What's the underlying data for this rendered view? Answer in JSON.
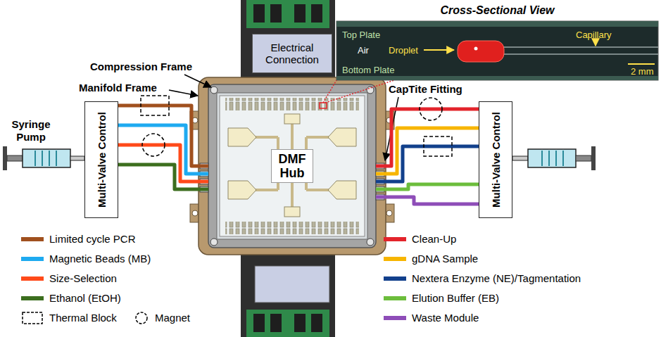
{
  "diagram": {
    "nodes": [
      {
        "text": [
          "Electrical Connection"
        ]
      },
      {
        "text": [
          "Cross-Sectional View",
          "Top Plate",
          "Air",
          "Droplet",
          "Capillary",
          "Bottom Plate",
          "2 mm"
        ]
      },
      {
        "text": [
          "Multi-Valve Control"
        ]
      },
      {
        "text": [
          "DMF Hub"
        ]
      },
      {
        "text": [
          "Multi-Valve Control"
        ]
      }
    ],
    "edges": [
      {
        "from": 2,
        "to": 3,
        "arrow": "none"
      },
      {
        "from": 2,
        "to": 3,
        "arrow": "none"
      },
      {
        "from": 2,
        "to": 3,
        "arrow": "none"
      },
      {
        "from": 2,
        "to": 3,
        "arrow": "none"
      },
      {
        "from": 4,
        "to": 3,
        "arrow": "none"
      },
      {
        "from": 4,
        "to": 3,
        "arrow": "none"
      },
      {
        "from": 4,
        "to": 3,
        "arrow": "none"
      },
      {
        "from": 4,
        "to": 3,
        "arrow": "none"
      },
      {
        "from": 4,
        "to": 3,
        "arrow": "none"
      }
    ],
    "labels": [
      "Compression Frame",
      "CapTite Fitting",
      "Manifold Frame",
      "Syringe Pump"
    ],
    "legend": [
      {
        "text": "Limited cycle PCR",
        "color": "#a0501e"
      },
      {
        "text": "Magnetic Beads (MB)",
        "color": "#1eaaf0"
      },
      {
        "text": "Size-Selection",
        "color": "#ff4a1a"
      },
      {
        "text": "Ethanol (EtOH)",
        "color": "#3c6e1e"
      },
      {
        "text": "Thermal Block"
      },
      {
        "text": "Magnet"
      },
      {
        "text": "Clean-Up",
        "color": "#e3242b"
      },
      {
        "text": "gDNA Sample",
        "color": "#f7b500"
      },
      {
        "text": "Nextera Enzyme (NE)/Tagmentation",
        "color": "#12408c"
      },
      {
        "text": "Elution Buffer (EB)",
        "color": "#6cbd3c"
      },
      {
        "text": "Waste Module",
        "color": "#8e4db8"
      }
    ]
  }
}
